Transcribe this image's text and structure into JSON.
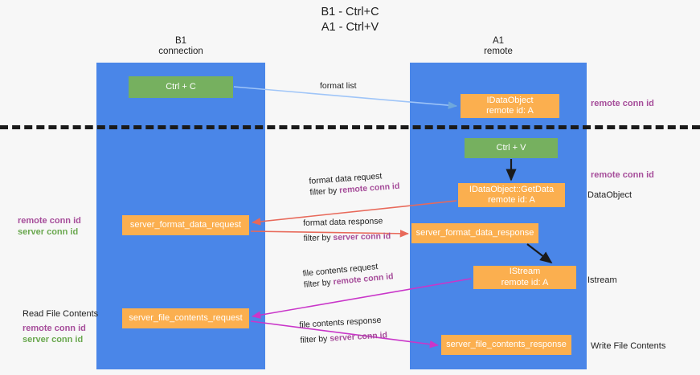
{
  "title": {
    "line1": "B1 - Ctrl+C",
    "line2": "A1 - Ctrl+V"
  },
  "columns": [
    {
      "id": "b1",
      "name": "B1",
      "subtitle": "connection"
    },
    {
      "id": "a1",
      "name": "A1",
      "subtitle": "remote"
    }
  ],
  "nodes": {
    "ctrl_c": {
      "label": "Ctrl + C",
      "color": "#76b05f"
    },
    "idataobject": {
      "line1": "IDataObject",
      "line2": "remote id: A",
      "color": "#fbaf4f"
    },
    "ctrl_v": {
      "label": "Ctrl + V",
      "color": "#76b05f"
    },
    "getdata": {
      "line1": "IDataObject::GetData",
      "line2": "remote id: A",
      "color": "#fbaf4f"
    },
    "server_format_data_request": {
      "label": "server_format_data_request",
      "color": "#fbaf4f"
    },
    "server_format_data_response": {
      "label": "server_format_data_response",
      "color": "#fbaf4f"
    },
    "istream": {
      "line1": "IStream",
      "line2": "remote id: A",
      "color": "#fbaf4f"
    },
    "server_file_contents_request": {
      "label": "server_file_contents_request",
      "color": "#fbaf4f"
    },
    "server_file_contents_response": {
      "label": "server_file_contents_response",
      "color": "#fbaf4f"
    }
  },
  "edge_captions": {
    "format_list": {
      "text": "format list"
    },
    "format_data_request": {
      "line1": "format data request",
      "prefix": "filter by ",
      "highlight": "remote conn id"
    },
    "format_data_response": {
      "line1": "format data response",
      "prefix": "filter by ",
      "highlight": "server conn id"
    },
    "file_contents_request": {
      "line1": "file contents request",
      "prefix": "filter by ",
      "highlight": "remote conn id"
    },
    "file_contents_response": {
      "line1": "file contents response",
      "prefix": "filter by ",
      "highlight": "server conn id"
    }
  },
  "side_labels": {
    "remote_conn_id_top": "remote conn id",
    "remote_conn_id_mid": "remote conn id",
    "dataobject": "DataObject",
    "istream": "Istream",
    "write_file_contents": "Write File Contents",
    "read_file_contents": "Read File Contents",
    "left_remote_conn_id": "remote conn id",
    "left_server_conn_id": "server conn id",
    "left_remote_conn_id_2": "remote conn id",
    "left_server_conn_id_2": "server conn id"
  },
  "colors": {
    "lane": "#4a86e8",
    "green_node": "#76b05f",
    "orange_node": "#fbaf4f",
    "purple_text": "#a64d9a",
    "green_text": "#6aa84f",
    "arrow_blue": "#9fc5f8",
    "arrow_red": "#e8695a",
    "arrow_magenta": "#c councils",
    "arrow_black": "#1a1a1a",
    "background": "#f7f7f7"
  }
}
